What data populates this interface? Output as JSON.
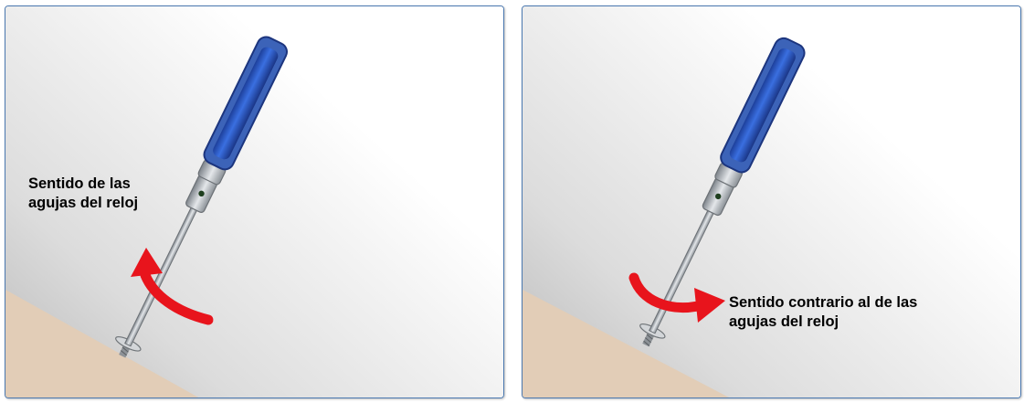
{
  "panels": [
    {
      "caption": "Sentido de las\nagujas del reloj",
      "rotation": "clockwise"
    },
    {
      "caption": "Sentido contrario al de las\nagujas del reloj",
      "rotation": "counterclockwise"
    }
  ],
  "colors": {
    "panel_border": "#4a78b0",
    "surface": "#e2cdb7",
    "handle_blue": "#2f5ec8",
    "arrow_red": "#e8141c",
    "shaft_gray": "#b8bdc2"
  },
  "icons": [
    "screwdriver-icon",
    "rotation-arrow-icon"
  ]
}
